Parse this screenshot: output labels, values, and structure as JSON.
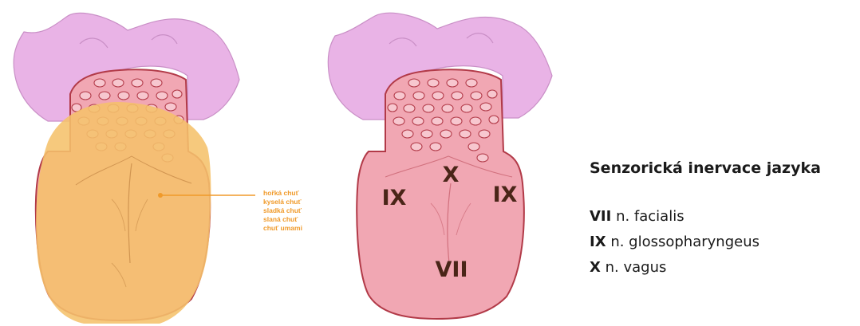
{
  "colors": {
    "lips": "#e9b3e6",
    "lips_stroke": "#c98fc6",
    "tongue_fill": "#f1a7b3",
    "tongue_stroke": "#b23a48",
    "papilla_fill": "#f7c7cf",
    "taste_zone": "#f5c16b",
    "taste_text": "#f09a2a",
    "nerve_text": "#4a2518"
  },
  "taste_labels": [
    "hořká chuť",
    "kyselá chuť",
    "sladká chuť",
    "slaná chuť",
    "chuť umami"
  ],
  "tongue_marks": {
    "left": "IX",
    "center": "X",
    "right": "IX",
    "bottom": "VII"
  },
  "legend": {
    "title": "Senzorická inervace jazyka",
    "items": [
      {
        "code": "VII",
        "name": "n. facialis"
      },
      {
        "code": "IX",
        "name": "n. glossopharyngeus"
      },
      {
        "code": "X",
        "name": "n. vagus"
      }
    ]
  }
}
